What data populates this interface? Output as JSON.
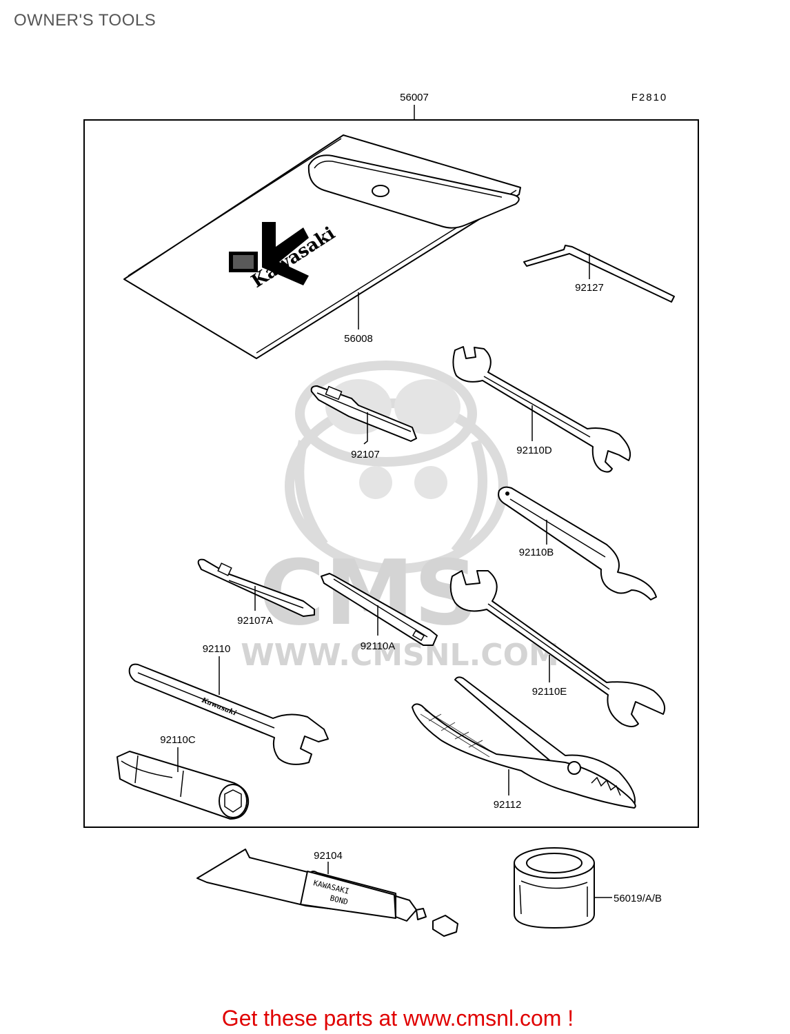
{
  "header": {
    "title": "OWNER'S TOOLS"
  },
  "figure_code": "F2810",
  "watermark": {
    "brand": "CMS",
    "site": "WWW.CMSNL.COM"
  },
  "case_brand": "Kawasaki",
  "bond_text": {
    "line1": "KAWASAKI",
    "line2": "BOND"
  },
  "parts": [
    {
      "id": "56007",
      "name": "tool-kit-assembly"
    },
    {
      "id": "56008",
      "name": "tool-bag"
    },
    {
      "id": "92127",
      "name": "hex-key"
    },
    {
      "id": "92107",
      "name": "screwdriver-handle"
    },
    {
      "id": "92110D",
      "name": "open-end-wrench-d"
    },
    {
      "id": "92110B",
      "name": "hook-spanner"
    },
    {
      "id": "92107A",
      "name": "screwdriver-bit"
    },
    {
      "id": "92110A",
      "name": "flat-wrench-a"
    },
    {
      "id": "92110",
      "name": "open-end-wrench"
    },
    {
      "id": "92110E",
      "name": "open-end-wrench-e"
    },
    {
      "id": "92110C",
      "name": "spark-plug-wrench"
    },
    {
      "id": "92112",
      "name": "pliers"
    },
    {
      "id": "92104",
      "name": "bond-tube"
    },
    {
      "id": "56019/A/B",
      "name": "paint-can"
    }
  ],
  "footer": {
    "callout": "Get these parts at www.cmsnl.com !"
  }
}
